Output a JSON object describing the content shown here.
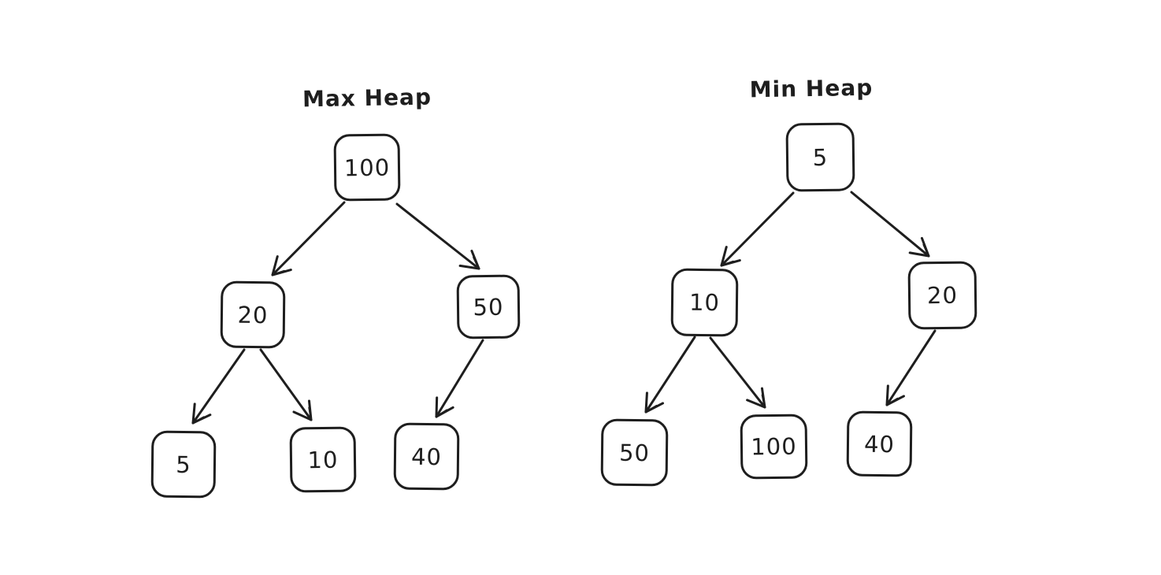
{
  "diagram": {
    "background": "#ffffff",
    "stroke_color": "#1e1e1e",
    "style": "hand-drawn whiteboard sketch"
  },
  "max_heap": {
    "title": "Max Heap",
    "nodes": [
      {
        "id": "root",
        "value": "100"
      },
      {
        "id": "left",
        "value": "20"
      },
      {
        "id": "right",
        "value": "50"
      },
      {
        "id": "left-left",
        "value": "5"
      },
      {
        "id": "left-right",
        "value": "10"
      },
      {
        "id": "right-left",
        "value": "40"
      }
    ],
    "edges": [
      {
        "from": "100",
        "to": "20"
      },
      {
        "from": "100",
        "to": "50"
      },
      {
        "from": "20",
        "to": "5"
      },
      {
        "from": "20",
        "to": "10"
      },
      {
        "from": "50",
        "to": "40"
      }
    ]
  },
  "min_heap": {
    "title": "Min Heap",
    "nodes": [
      {
        "id": "root",
        "value": "5"
      },
      {
        "id": "left",
        "value": "10"
      },
      {
        "id": "right",
        "value": "20"
      },
      {
        "id": "left-left",
        "value": "50"
      },
      {
        "id": "left-right",
        "value": "100"
      },
      {
        "id": "right-left",
        "value": "40"
      }
    ],
    "edges": [
      {
        "from": "5",
        "to": "10"
      },
      {
        "from": "5",
        "to": "20"
      },
      {
        "from": "10",
        "to": "50"
      },
      {
        "from": "10",
        "to": "100"
      },
      {
        "from": "20",
        "to": "40"
      }
    ]
  }
}
